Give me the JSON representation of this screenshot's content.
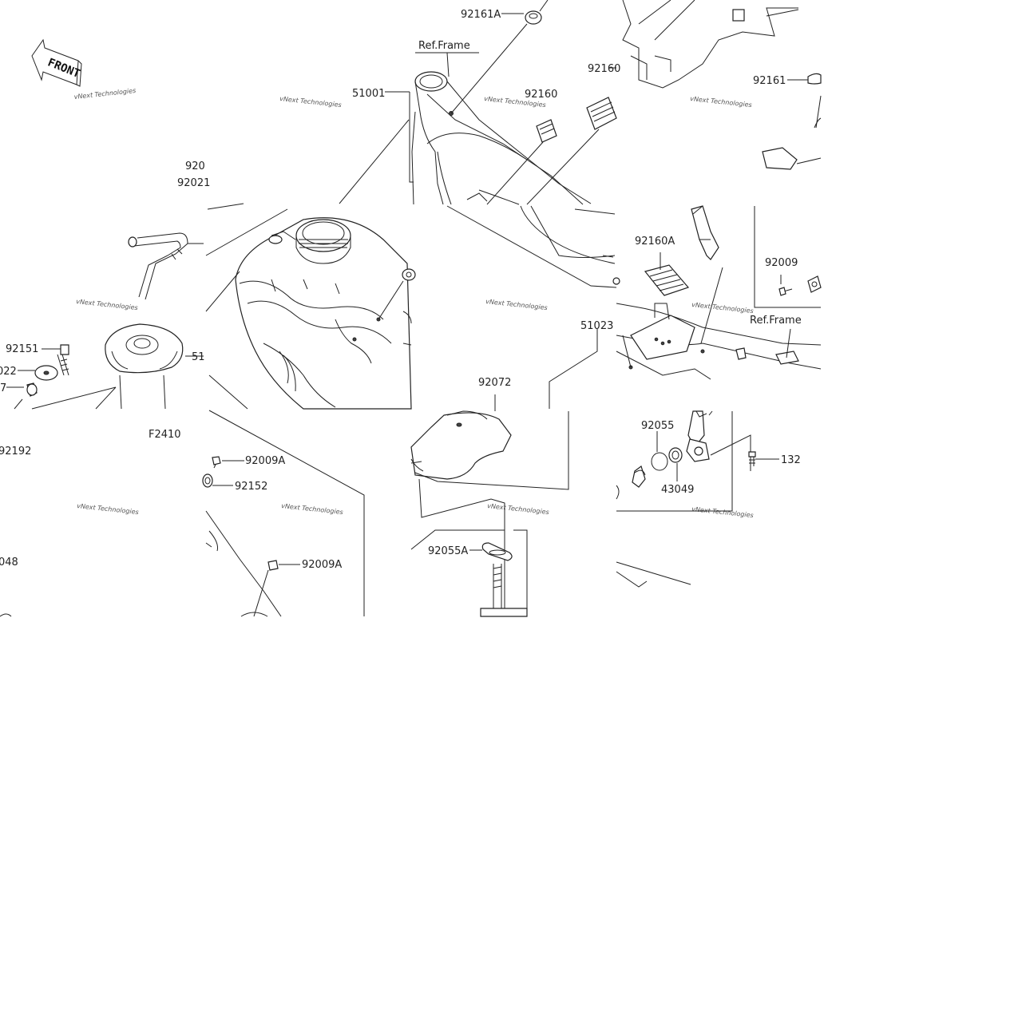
{
  "diagram_code": "F2410",
  "front_label": "FRONT",
  "watermark": "vNext Technologies",
  "part_labels": {
    "p92161A": "92161A",
    "pRefFrame1": "Ref.Frame",
    "p51001": "51001",
    "p92160_top": "92160",
    "p92160_mid": "92160",
    "p92161": "92161",
    "p920_cut": "920",
    "p92021_cut": "92021",
    "p92151": "92151",
    "p022_cut": "022",
    "p7_cut": "7",
    "p51_cut": "51",
    "p92192_cut": "92192",
    "p92160A": "92160A",
    "p92009": "92009",
    "pRefFrame2": "Ref.Frame",
    "p51023": "51023",
    "p92072": "92072",
    "p92055": "92055",
    "p43049": "43049",
    "p132_cut": "132",
    "p92009A_1": "92009A",
    "p92152": "92152",
    "p048_cut": "048",
    "p92009A_2": "92009A",
    "p92055A": "92055A"
  }
}
